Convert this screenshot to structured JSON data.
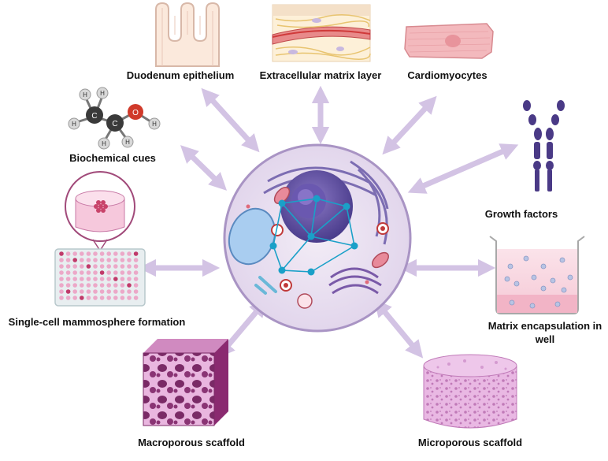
{
  "labels": {
    "duodenum": "Duodenum epithelium",
    "ecm": "Extracellular matrix layer",
    "cardio": "Cardiomyocytes",
    "biochem": "Biochemical cues",
    "growth": "Growth factors",
    "mammosphere": "Single-cell mammosphere formation",
    "matrix_line1": "Matrix encapsulation in",
    "matrix_line2": "well",
    "macro": "Macroporous scaffold",
    "micro": "Microporous scaffold"
  },
  "atoms": {
    "hydrogen": "H",
    "carbon": "C",
    "oxygen": "O"
  },
  "colors": {
    "arrow": "#d3c3e4",
    "cell_fill": "#e9e0ef",
    "cell_border": "#a994c4",
    "nucleus": "#5a4a9a",
    "network": "#1aa0c8",
    "scaffold_dark": "#9a3a7e",
    "scaffold_light": "#e7bde0",
    "antibody": "#4a3a86",
    "cardio": "#f0b3b8",
    "well_plate": "#e8a8cc"
  }
}
